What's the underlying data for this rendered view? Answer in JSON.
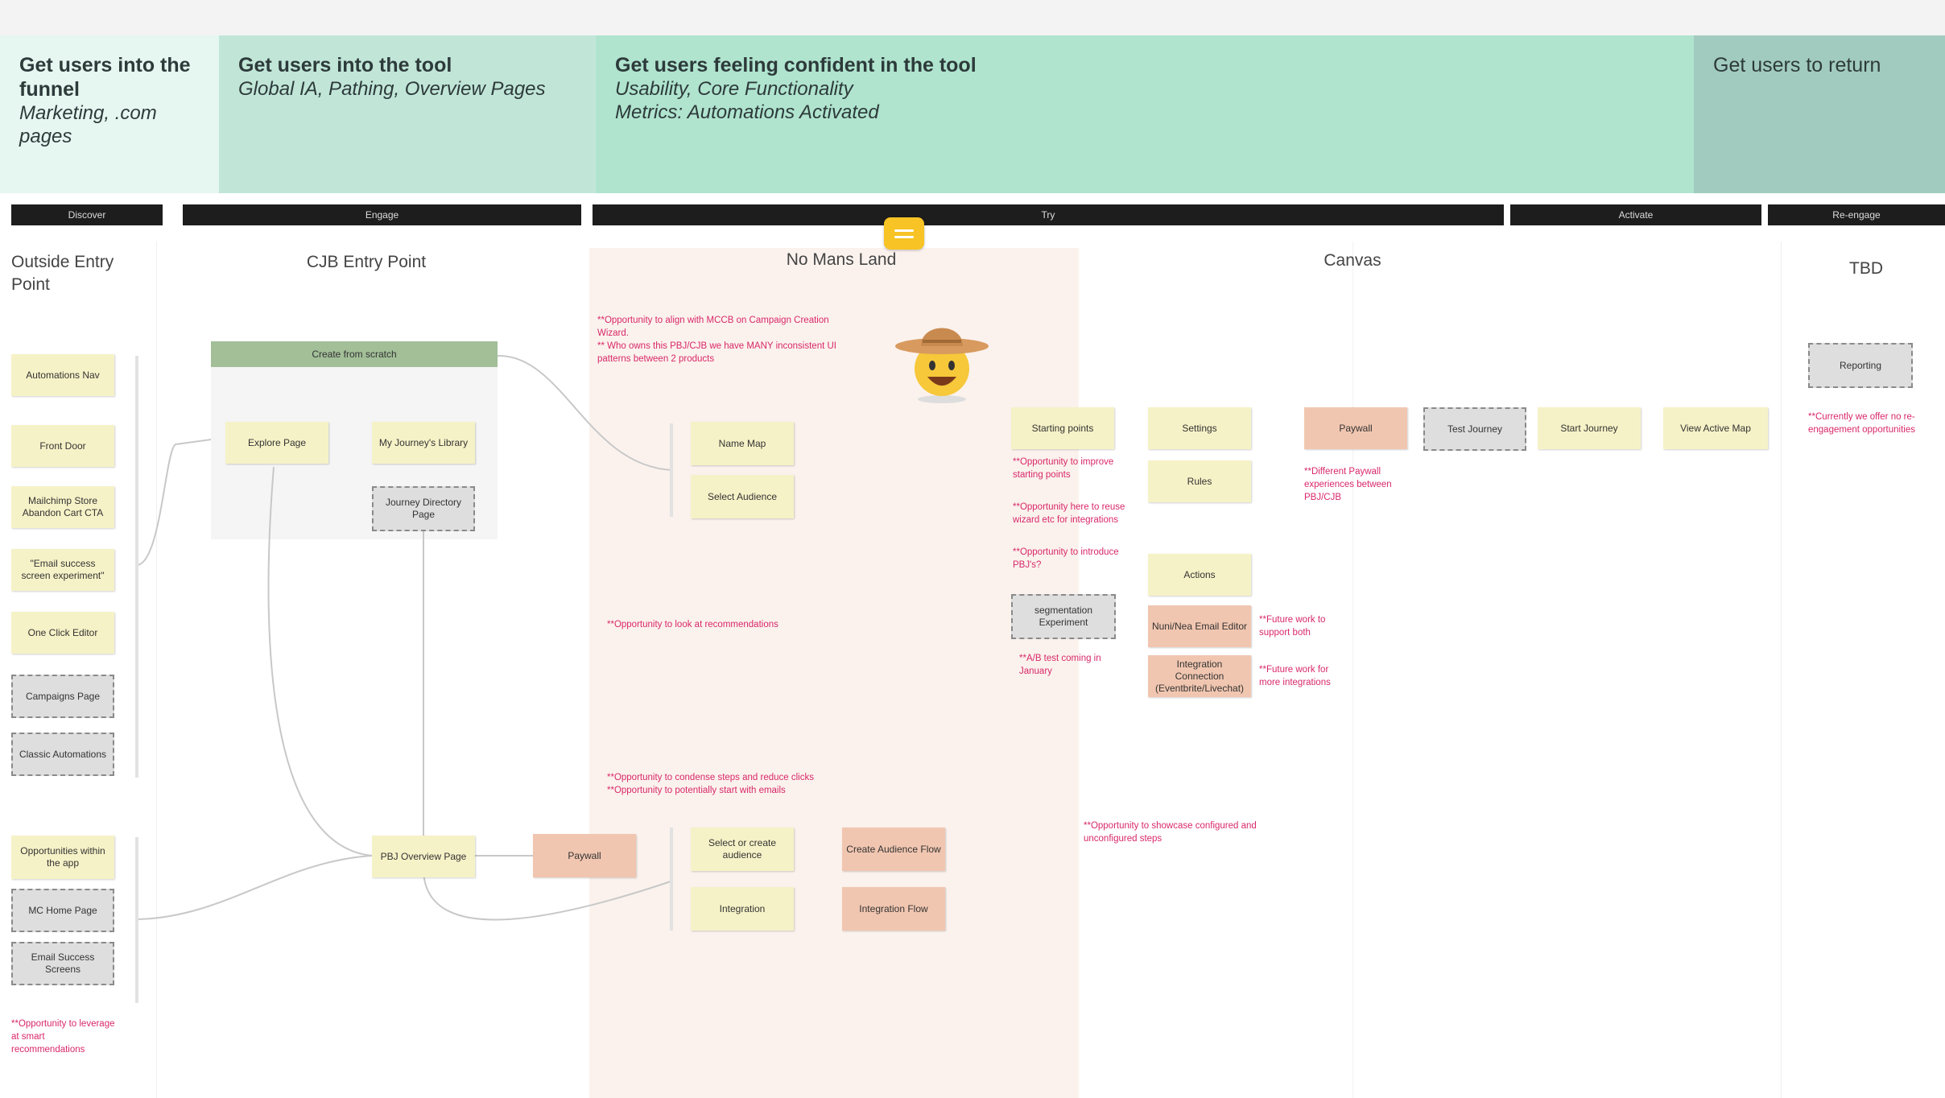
{
  "bands": [
    {
      "title": "Get users into the funnel",
      "subtitle": "Marketing, .com pages",
      "color": "#e6f6f0"
    },
    {
      "title": "Get users into the tool",
      "subtitle": "Global IA, Pathing, Overview Pages",
      "color": "#c1e6d8"
    },
    {
      "title": "Get users feeling confident in the tool",
      "subtitle": "Usability, Core Functionality",
      "subtitle2": "Metrics: Automations Activated",
      "color": "#b0e4cf"
    },
    {
      "title": "Get users to return",
      "color": "#a2cbbf"
    }
  ],
  "stages": [
    "Discover",
    "Engage",
    "Try",
    "Activate",
    "Re-engage"
  ],
  "columns": {
    "outside": "Outside Entry Point",
    "cjb": "CJB Entry Point",
    "nml": "No Mans Land",
    "canvas": "Canvas",
    "tbd": "TBD"
  },
  "nodes": {
    "automations_nav": "Automations Nav",
    "front_door": "Front Door",
    "mailchimp_store": "Mailchimp Store Abandon Cart CTA",
    "email_success_experiment": "\"Email success screen experiment\"",
    "one_click_editor": "One Click Editor",
    "campaigns_page": "Campaigns Page",
    "classic_automations": "Classic Automations",
    "opportunities_in_app": "Opportunities within the app",
    "mc_home_page": "MC Home Page",
    "email_success_screens": "Email Success Screens",
    "create_from_scratch": "Create from scratch",
    "explore_page": "Explore Page",
    "my_journeys_library": "My Journey's Library",
    "journey_directory_page": "Journey Directory Page",
    "pbj_overview_page": "PBJ Overview Page",
    "paywall_1": "Paywall",
    "name_map": "Name Map",
    "select_audience": "Select Audience",
    "select_or_create_audience": "Select or create audience",
    "integration": "Integration",
    "create_audience_flow": "Create Audience Flow",
    "integration_flow": "Integration Flow",
    "starting_points": "Starting points",
    "settings": "Settings",
    "rules": "Rules",
    "actions": "Actions",
    "segmentation_experiment": "segmentation Experiment",
    "email_editor": "Nuni/Nea Email Editor",
    "integration_connection": "Integration Connection (Eventbrite/Livechat)",
    "paywall_2": "Paywall",
    "test_journey": "Test Journey",
    "start_journey": "Start Journey",
    "view_active_map": "View Active Map",
    "reporting": "Reporting"
  },
  "notes": {
    "smart_recommendations": "**Opportunity to leverage at smart recommendations",
    "mccb_align": "**Opportunity to align with MCCB on Campaign Creation Wizard.",
    "who_owns": "** Who owns this PBJ/CJB we have MANY inconsistent UI patterns between 2 products",
    "recommendations": "**Opportunity to look at recommendations",
    "condense_steps": "**Opportunity to condense steps and reduce clicks",
    "start_with_emails": "**Opportunity to potentially start with emails",
    "improve_starting": "**Opportunity to improve starting points",
    "reuse_wizard": "**Opportunity here to reuse wizard etc for integrations",
    "introduce_pbjs": "**Opportunity to introduce PBJ's?",
    "ab_test": "**A/B test coming in January",
    "future_both": "**Future work to support both",
    "future_integrations": "**Future work for more integrations",
    "showcase_steps": "**Opportunity to showcase configured and unconfigured steps",
    "different_paywall": "**Different Paywall experiences between PBJ/CJB",
    "reengagement": "**Currently we offer no re-engagement opportunities"
  },
  "icons": {
    "comment": "comment-icon",
    "mascot": "cowboy-emoji-icon"
  }
}
